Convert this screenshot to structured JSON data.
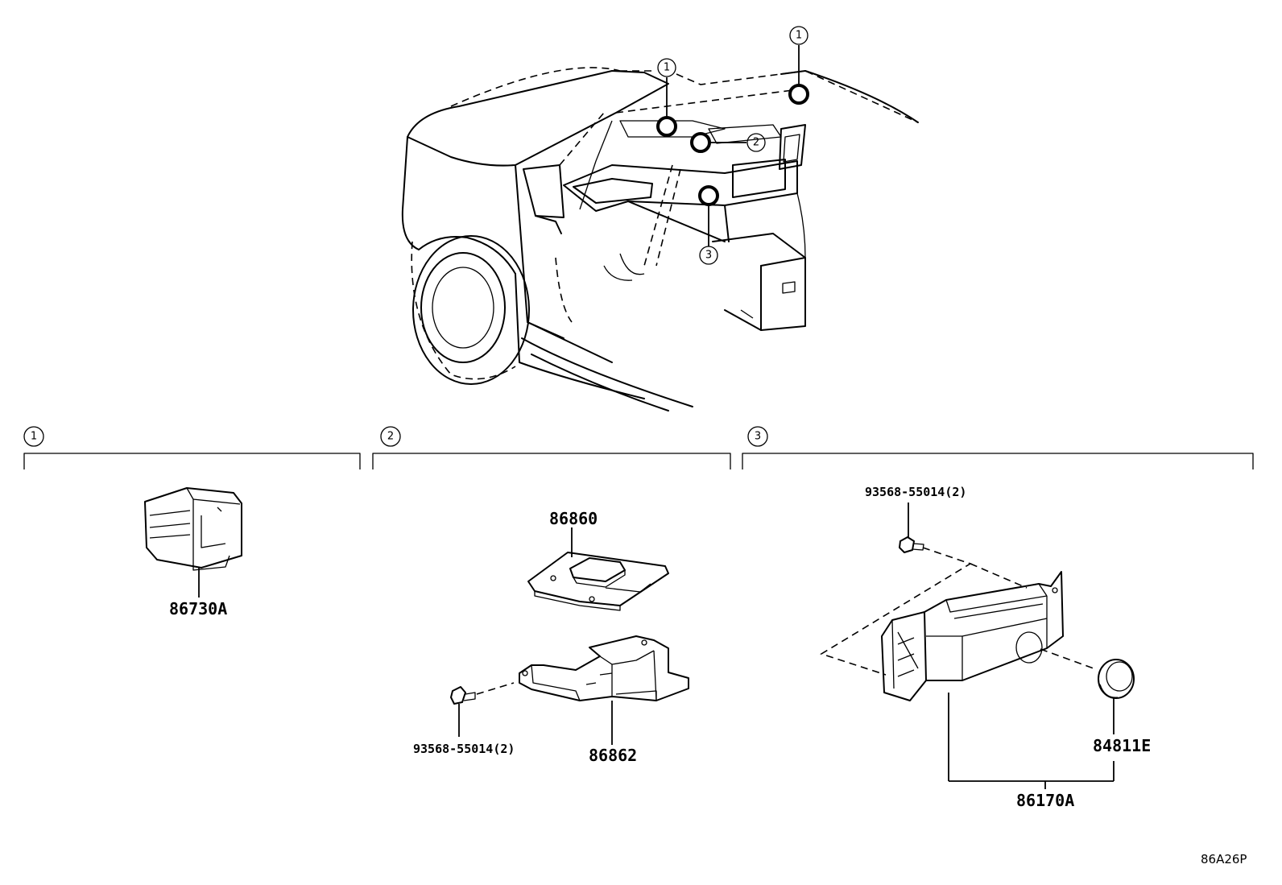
{
  "callouts": {
    "c1": "1",
    "c2": "2",
    "c3": "3"
  },
  "parts": {
    "p86730A": "86730A",
    "p86860": "86860",
    "p86862": "86862",
    "p93568_a": "93568-55014(2)",
    "p93568_b": "93568-55014(2)",
    "p84811E": "84811E",
    "p86170A": "86170A"
  },
  "diagram_ref": "86A26P"
}
